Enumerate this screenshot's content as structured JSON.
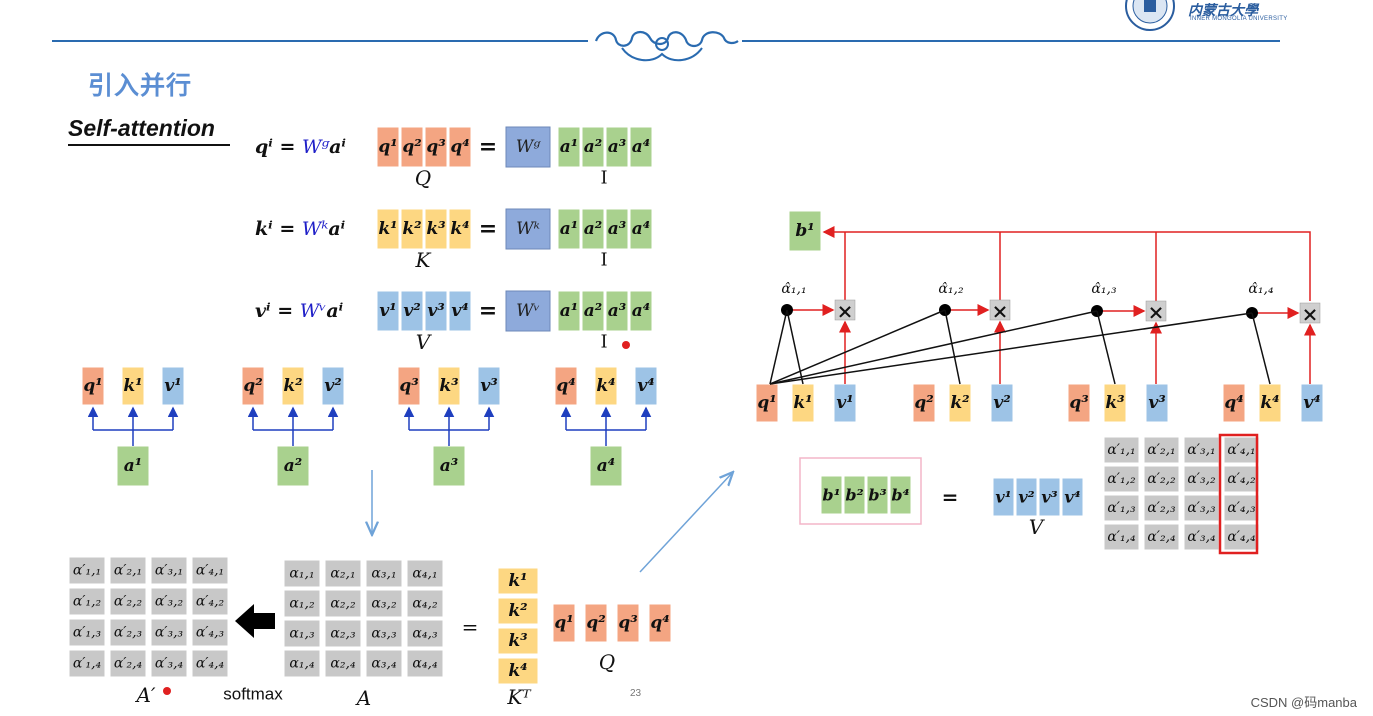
{
  "header": {
    "slide_title": "引入并行",
    "section_title": "Self-attention",
    "university_name": "内蒙古大學",
    "university_sub": "INNER MONGOLIA UNIVERSITY"
  },
  "equations": [
    {
      "lhs": "q",
      "w": "q",
      "row": [
        "q¹",
        "q²",
        "q³",
        "q⁴"
      ],
      "row_label": "Q",
      "weight": "W",
      "inputs": [
        "a¹",
        "a²",
        "a³",
        "a⁴"
      ],
      "input_label": "I"
    },
    {
      "lhs": "k",
      "w": "k",
      "row": [
        "k¹",
        "k²",
        "k³",
        "k⁴"
      ],
      "row_label": "K",
      "weight": "W",
      "inputs": [
        "a¹",
        "a²",
        "a³",
        "a⁴"
      ],
      "input_label": "I"
    },
    {
      "lhs": "v",
      "w": "v",
      "row": [
        "v¹",
        "v²",
        "v³",
        "v⁴"
      ],
      "row_label": "V",
      "weight": "W",
      "inputs": [
        "a¹",
        "a²",
        "a³",
        "a⁴"
      ],
      "input_label": "I"
    }
  ],
  "token_groups": [
    {
      "q": "q¹",
      "k": "k¹",
      "v": "v¹",
      "a": "a¹"
    },
    {
      "q": "q²",
      "k": "k²",
      "v": "v²",
      "a": "a²"
    },
    {
      "q": "q³",
      "k": "k³",
      "v": "v³",
      "a": "a³"
    },
    {
      "q": "q⁴",
      "k": "k⁴",
      "v": "v⁴",
      "a": "a⁴"
    }
  ],
  "attention_prime": [
    [
      "α′₁,₁",
      "α′₂,₁",
      "α′₃,₁",
      "α′₄,₁"
    ],
    [
      "α′₁,₂",
      "α′₂,₂",
      "α′₃,₂",
      "α′₄,₂"
    ],
    [
      "α′₁,₃",
      "α′₂,₃",
      "α′₃,₃",
      "α′₄,₃"
    ],
    [
      "α′₁,₄",
      "α′₂,₄",
      "α′₃,₄",
      "α′₄,₄"
    ]
  ],
  "attention": [
    [
      "α₁,₁",
      "α₂,₁",
      "α₃,₁",
      "α₄,₁"
    ],
    [
      "α₁,₂",
      "α₂,₂",
      "α₃,₂",
      "α₄,₂"
    ],
    [
      "α₁,₃",
      "α₂,₃",
      "α₃,₃",
      "α₄,₃"
    ],
    [
      "α₁,₄",
      "α₂,₄",
      "α₃,₄",
      "α₄,₄"
    ]
  ],
  "labels": {
    "a_prime": "A′",
    "softmax": "softmax",
    "a": "A",
    "eq": "=",
    "kt": "Kᵀ",
    "q": "Q",
    "v": "V",
    "page_number": "23",
    "credit": "CSDN @码manba"
  },
  "k_column": [
    "k¹",
    "k²",
    "k³",
    "k⁴"
  ],
  "q_row": [
    "q¹",
    "q²",
    "q³",
    "q⁴"
  ],
  "output": {
    "b1": "b¹",
    "alpha_hats": [
      "α̂₁,₁",
      "α̂₁,₂",
      "α̂₁,₃",
      "α̂₁,₄"
    ],
    "multiply": "×",
    "bottom": [
      {
        "q": "q¹",
        "k": "k¹",
        "v": "v¹"
      },
      {
        "q": "q²",
        "k": "k²",
        "v": "v²"
      },
      {
        "q": "q³",
        "k": "k³",
        "v": "v³"
      },
      {
        "q": "q⁴",
        "k": "k⁴",
        "v": "v⁴"
      }
    ],
    "b_row": [
      "b¹",
      "b²",
      "b³",
      "b⁴"
    ],
    "v_row": [
      "v¹",
      "v²",
      "v³",
      "v⁴"
    ]
  },
  "colors": {
    "q": "#f4a582",
    "k": "#fdd782",
    "v": "#9dc3e6",
    "a": "#a9d18e",
    "w": "#8eaadb",
    "gray": "#c8c8c8",
    "title": "#5b8ed3",
    "red": "#e02020",
    "blue_arrow": "#1f3fbf",
    "highlight": "#f3b6c8"
  },
  "icons": [
    "ornament-icon",
    "university-logo-icon",
    "left-arrow-icon",
    "multiply-icon"
  ]
}
